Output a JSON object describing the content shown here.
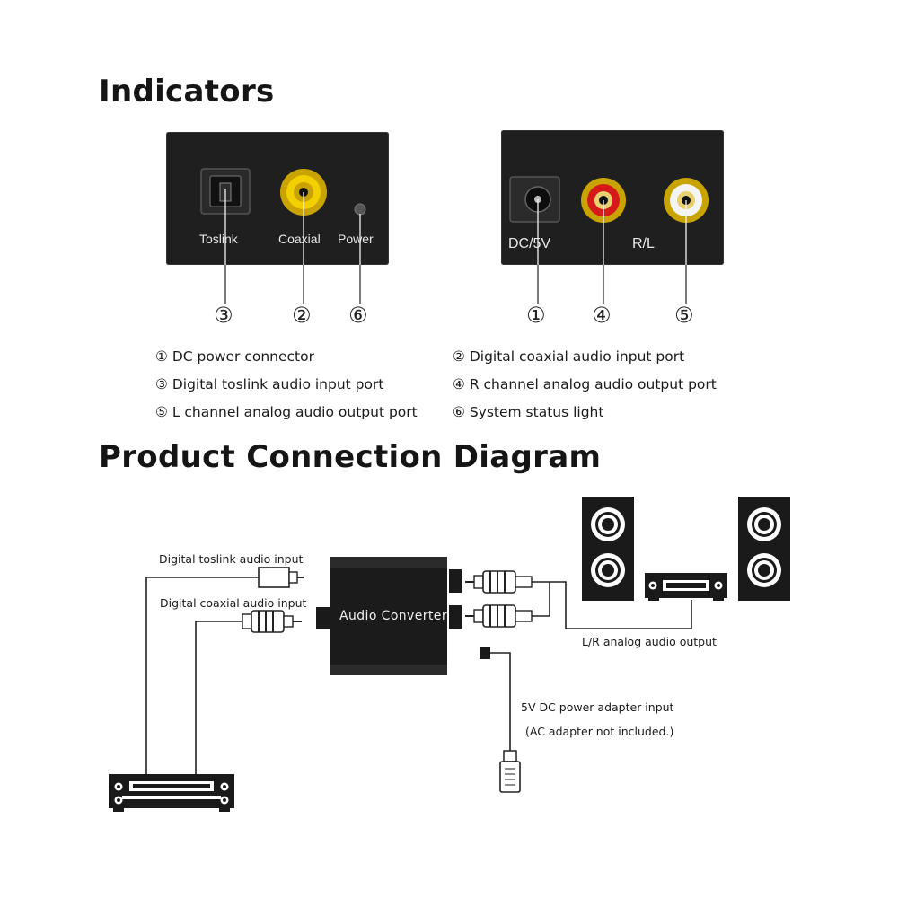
{
  "indicators": {
    "title": "Indicators",
    "front_labels": {
      "toslink": "Toslink",
      "coaxial": "Coaxial",
      "power": "Power"
    },
    "back_labels": {
      "dc": "DC/5V",
      "rl": "R/L"
    },
    "callouts": {
      "n1": "①",
      "n2": "②",
      "n3": "③",
      "n4": "④",
      "n5": "⑤",
      "n6": "⑥"
    },
    "legend": [
      "① DC  power connector",
      "② Digital coaxial audio input port",
      "③ Digital toslink audio input port",
      "④ R channel analog audio output port",
      "⑤ L channel analog audio output port",
      "⑥ System status light"
    ]
  },
  "connection": {
    "title": "Product Connection Diagram",
    "toslink_input": "Digital toslink audio input",
    "coaxial_input": "Digital coaxial audio input",
    "converter": "Audio Converter",
    "analog_output": "L/R analog audio output",
    "power_input": "5V DC power adapter input",
    "power_note": "(AC adapter not included.)"
  }
}
